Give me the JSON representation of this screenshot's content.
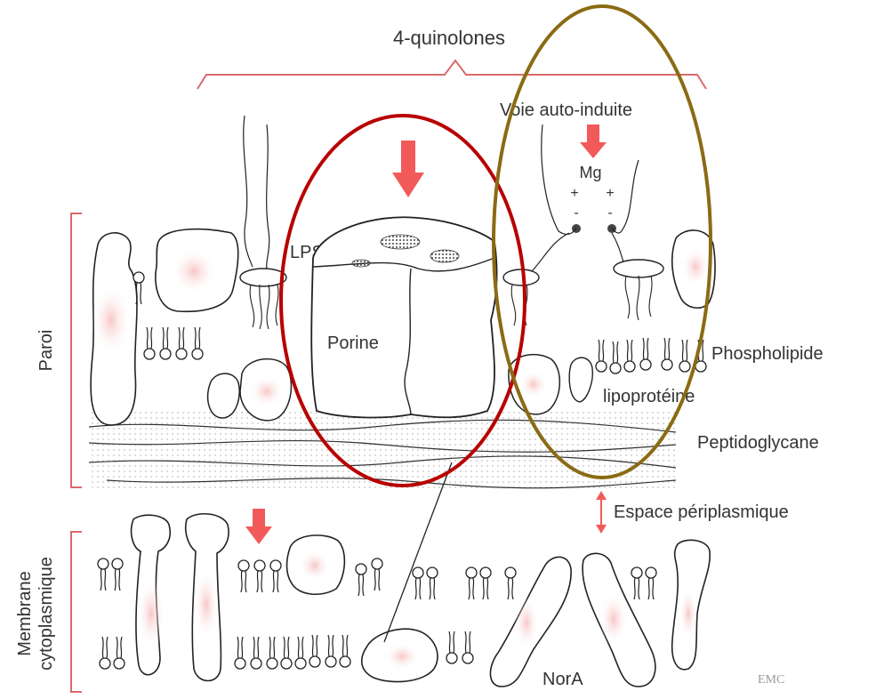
{
  "labels": {
    "quinolones": "4-quinolones",
    "voie": "Voie auto-induite",
    "mg": "Mg",
    "lps": "LPS",
    "porine": "Porine",
    "phospholipide": "Phospholipide",
    "lipoproteine": "lipoprotéine",
    "peptidoglycane": "Peptidoglycane",
    "espace": "Espace périplasmique",
    "paroi": "Paroi",
    "membrane_line1": "Membrane",
    "membrane_line2": "cytoplasmique",
    "nora": "NorA",
    "emc": "EMC"
  },
  "colors": {
    "bracket": "#d96a6a",
    "arrow": "#f25a5a",
    "red_ellipse": "#b80000",
    "olive_ellipse": "#8a6b14",
    "ink": "#222222",
    "fill_pink": "#f9dcdc"
  },
  "icons": [
    "down-arrow-icon",
    "double-arrow-icon",
    "mg-ion-icon"
  ]
}
